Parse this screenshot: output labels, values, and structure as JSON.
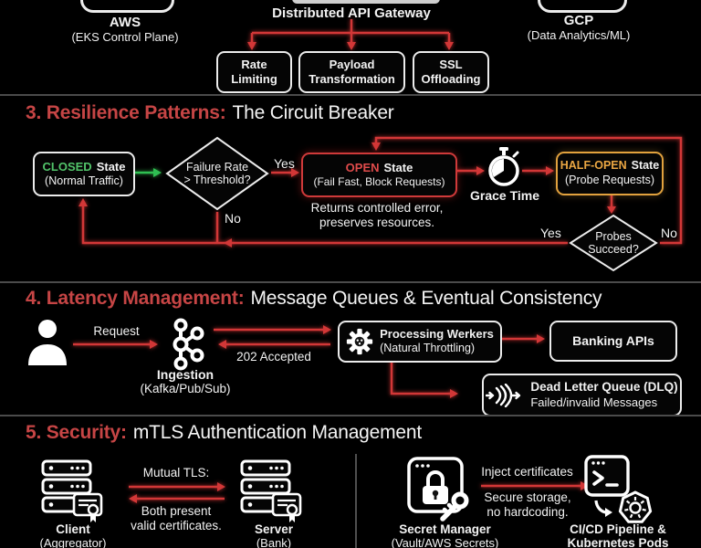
{
  "colors": {
    "background": "#000000",
    "arrow_red": "#d23737",
    "arrow_green": "#2fbf52",
    "heading_red": "#c64545",
    "state_green": "#52c46a",
    "state_red": "#e04b4b",
    "state_amber": "#eba743",
    "box_border_white": "#ececec",
    "divider_gray": "#4b4b4b",
    "gateway_bar": "#cfcfcf"
  },
  "icons": [
    "person-icon",
    "kafka-icon",
    "gear-icon",
    "queue-dlq-icon",
    "stopwatch-icon",
    "server-stack-icon",
    "certificate-icon",
    "lock-icon",
    "key-icon",
    "terminal-icon",
    "kubernetes-icon",
    "sync-arrow-icon"
  ],
  "top": {
    "aws_title": "AWS",
    "aws_sub": "(EKS Control Plane)",
    "gateway_title": "Distributed API Gateway",
    "gcp_title": "GCP",
    "gcp_sub": "(Data Analytics/ML)",
    "children": [
      {
        "line1": "Rate",
        "line2": "Limiting"
      },
      {
        "line1": "Payload",
        "line2": "Transformation"
      },
      {
        "line1": "SSL",
        "line2": "Offloading"
      }
    ]
  },
  "s3": {
    "head_red": "3. Resilience Patterns:",
    "head_white": "The Circuit Breaker",
    "closed_state": "CLOSED",
    "closed_suffix": "State",
    "closed_sub": "(Normal Traffic)",
    "d1_line1": "Failure Rate",
    "d1_line2": "> Threshold?",
    "yes1": "Yes",
    "no1": "No",
    "open_state": "OPEN",
    "open_suffix": "State",
    "open_sub": "(Fail Fast, Block Requests)",
    "open_cap1": "Returns controlled error,",
    "open_cap2": "preserves resources.",
    "grace": "Grace Time",
    "half_state": "HALF-OPEN",
    "half_suffix": "State",
    "half_sub": "(Probe Requests)",
    "d2_line1": "Probes",
    "d2_line2": "Succeed?",
    "yes2": "Yes",
    "no2": "No"
  },
  "s4": {
    "head_red": "4. Latency Management:",
    "head_white": "Message Queues & Eventual Consistency",
    "request": "Request",
    "ingestion_title": "Ingestion",
    "ingestion_sub": "(Kafka/Pub/Sub)",
    "accepted": "202 Accepted",
    "workers_line1": "Processing Werkers",
    "workers_line2": "(Natural Throttling)",
    "banking": "Banking APIs",
    "dlq_line1": "Dead Letter Queue (DLQ)",
    "dlq_line2": "Failed/invalid Messages"
  },
  "s5": {
    "head_red": "5. Security:",
    "head_white": "mTLS Authentication Management",
    "mutual": "Mutual TLS:",
    "both1": "Both present",
    "both2": "valid certificates.",
    "client_title": "Client",
    "client_sub": "(Aggregator)",
    "server_title": "Server",
    "server_sub": "(Bank)",
    "inject": "Inject certificates",
    "secure1": "Secure storage,",
    "secure2": "no hardcoding.",
    "secret_title": "Secret Manager",
    "secret_sub": "(Vault/AWS Secrets)",
    "cicd_line1": "CI/CD Pipeline &",
    "cicd_line2": "Kubernetes Pods"
  }
}
